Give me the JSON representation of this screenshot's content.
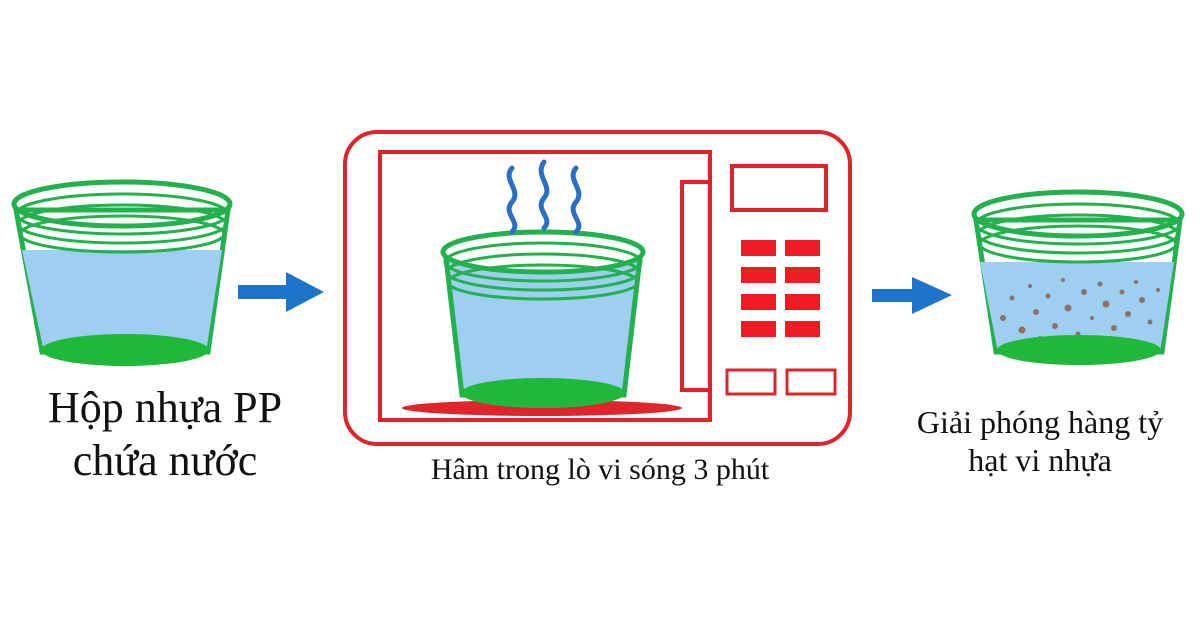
{
  "steps": [
    {
      "id": "step-1",
      "lines": [
        "Hộp nhựa PP",
        "chứa nước"
      ]
    },
    {
      "id": "step-2",
      "lines": [
        "Hâm trong lò vi sóng 3 phút"
      ]
    },
    {
      "id": "step-3",
      "lines": [
        "Giải phóng hàng tỷ",
        "hạt vi nhựa"
      ]
    }
  ],
  "colors": {
    "cup_outline": "#22b14c",
    "cup_base": "#1fb83a",
    "water": "#9fcff0",
    "microwave": "#e0242c",
    "buttons": "#ef1c24",
    "arrow": "#1e74c8",
    "steam": "#2a6fc2",
    "particles": "#8a7268"
  },
  "icons": [
    "cup-icon",
    "arrow-right-icon",
    "microwave-icon",
    "steam-icon",
    "microplastic-particles-icon"
  ]
}
